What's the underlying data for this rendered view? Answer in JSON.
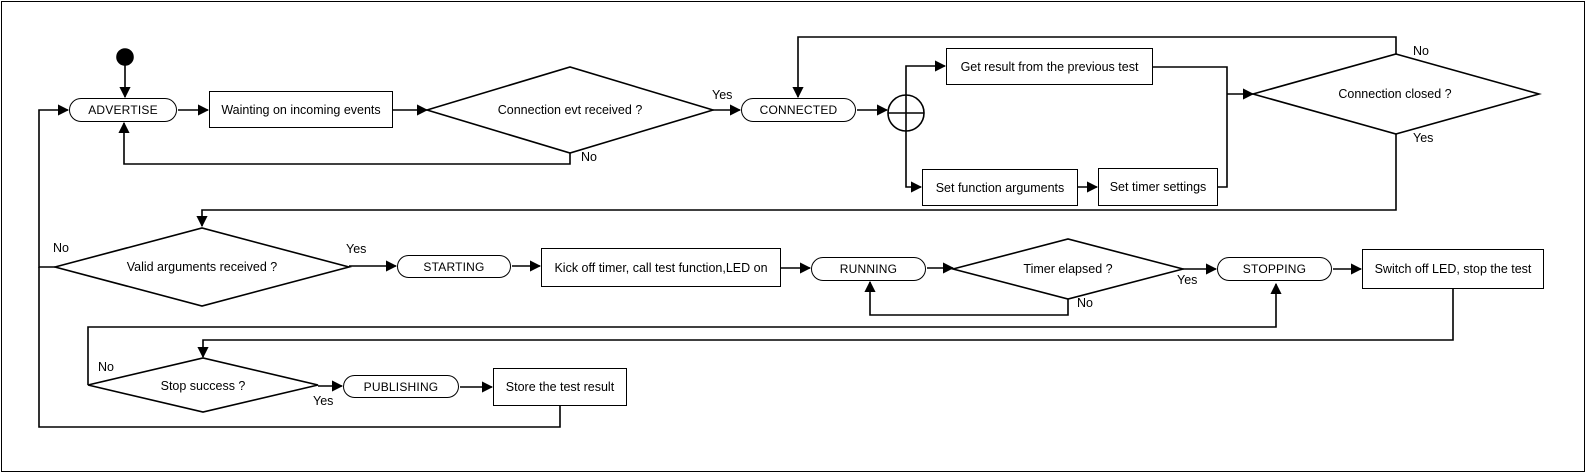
{
  "states": {
    "advertise": "ADVERTISE",
    "connected": "CONNECTED",
    "starting": "STARTING",
    "running": "RUNNING",
    "stopping": "STOPPING",
    "publishing": "PUBLISHING"
  },
  "actions": {
    "waiting": "Wainting on incoming events",
    "get_result": "Get result from the previous test",
    "set_args": "Set function arguments",
    "set_timer": "Set timer settings",
    "kick_off": "Kick off timer, call test function,LED on",
    "switch_off": "Switch off LED, stop the test",
    "store": "Store the test result"
  },
  "decisions": {
    "connection_evt": "Connection evt received ?",
    "connection_closed": "Connection closed ?",
    "valid_args": "Valid arguments received ?",
    "timer_elapsed": "Timer elapsed ?",
    "stop_success": "Stop success ?"
  },
  "edge_labels": {
    "yes": "Yes",
    "no": "No"
  }
}
